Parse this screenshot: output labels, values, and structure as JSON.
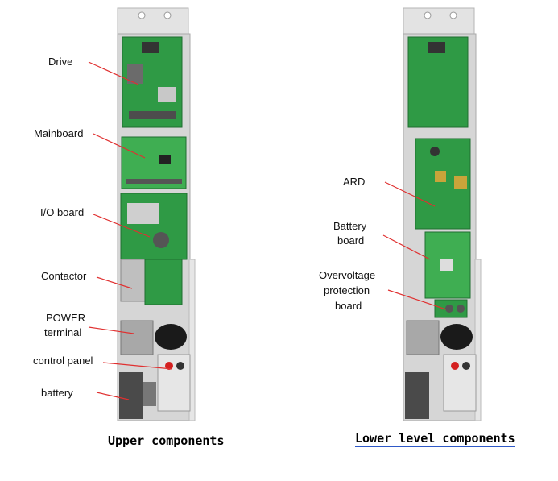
{
  "panels": [
    {
      "caption": "Upper components",
      "labels": [
        "Drive",
        "Mainboard",
        "I/O board",
        "Contactor",
        "POWER",
        "terminal",
        "control panel",
        "battery"
      ]
    },
    {
      "caption": "Lower level components",
      "labels": [
        "ARD",
        "Battery",
        "board",
        "Overvoltage",
        "protection",
        "board"
      ]
    }
  ],
  "colors": {
    "pcb_green": "#2f9a45",
    "cabinet_grey": "#d9d9d9",
    "leader_red": "#e03030",
    "caption_underline": "#2e58c7"
  }
}
